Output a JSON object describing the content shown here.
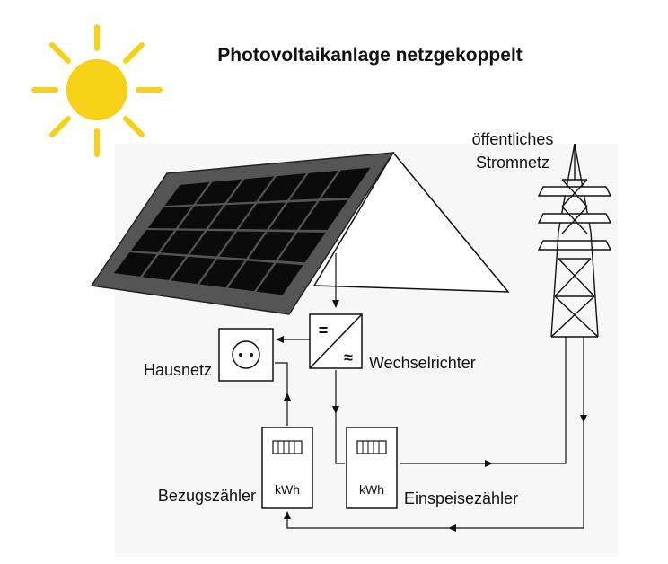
{
  "title": "Photovoltaikanlage netzgekoppelt",
  "labels": {
    "grid_line1": "öffentliches",
    "grid_line2": "Stromnetz",
    "house_grid": "Hausnetz",
    "inverter": "Wechselrichter",
    "consumption_meter": "Bezugszähler",
    "feed_meter": "Einspeisezähler"
  },
  "meter_unit": "kWh",
  "inverter_symbols": {
    "dc": "=",
    "ac": "≈"
  },
  "colors": {
    "sun": "#f7d117",
    "panel_frame": "#555555",
    "panel_cells": "#0b0b0b",
    "line": "#111111"
  }
}
